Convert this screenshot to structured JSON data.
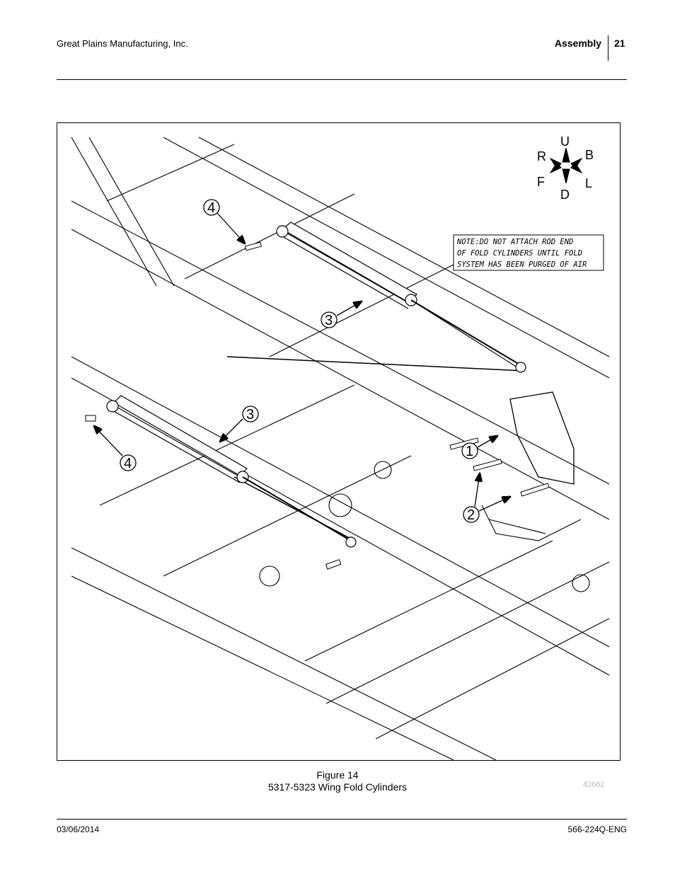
{
  "header": {
    "company": "Great Plains Manufacturing, Inc.",
    "section": "Assembly",
    "page_number": "21"
  },
  "figure": {
    "note_lines": [
      "NOTE:DO NOT ATTACH ROD END",
      "OF FOLD CYLINDERS UNTIL FOLD",
      "SYSTEM HAS BEEN PURGED OF AIR"
    ],
    "compass": {
      "up": "U",
      "down": "D",
      "rear": "R",
      "back": "B",
      "front": "F",
      "left": "L"
    },
    "callouts": [
      "1",
      "2",
      "3",
      "3",
      "4",
      "4"
    ],
    "caption_number": "Figure 14",
    "caption_title": "5317-5323 Wing Fold Cylinders",
    "drawing_number": "42662"
  },
  "footer": {
    "date": "03/06/2014",
    "doc_id": "566-224Q-ENG"
  }
}
